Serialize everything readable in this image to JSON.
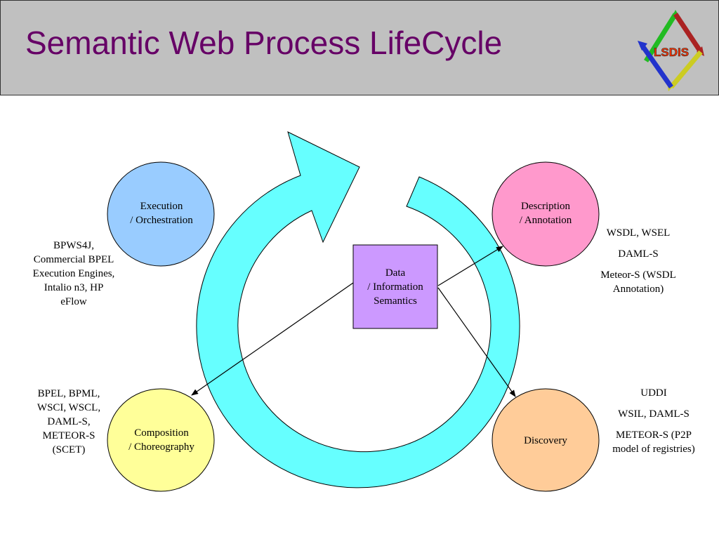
{
  "slide": {
    "title": "Semantic Web Process LifeCycle",
    "logo_text": "LSDIS"
  },
  "colors": {
    "title": "#660066",
    "header_bg": "#c0c0c0",
    "arrow": "#66ffff",
    "execution": "#99ccff",
    "description": "#ff99cc",
    "composition": "#ffff99",
    "discovery": "#ffcc99",
    "center": "#cc99ff"
  },
  "nodes": {
    "execution": {
      "line1": "Execution",
      "line2": "/ Orchestration"
    },
    "description": {
      "line1": "Description",
      "line2": "/ Annotation"
    },
    "composition": {
      "line1": "Composition",
      "line2": "/ Choreography"
    },
    "discovery": {
      "line1": "Discovery"
    },
    "center": {
      "line1": "Data",
      "line2": "/ Information",
      "line3": "Semantics"
    }
  },
  "technologies": {
    "execution": [
      "BPWS4J,",
      "Commercial BPEL",
      "Execution Engines,",
      "Intalio n3, HP",
      "eFlow"
    ],
    "description": [
      "WSDL, WSEL",
      "DAML-S",
      "Meteor-S (WSDL",
      "Annotation)"
    ],
    "composition": [
      "BPEL, BPML,",
      "WSCI, WSCL,",
      "DAML-S,",
      "METEOR-S",
      "(SCET)"
    ],
    "discovery": [
      "UDDI",
      "WSIL, DAML-S",
      "METEOR-S (P2P",
      "model of registries)"
    ]
  }
}
